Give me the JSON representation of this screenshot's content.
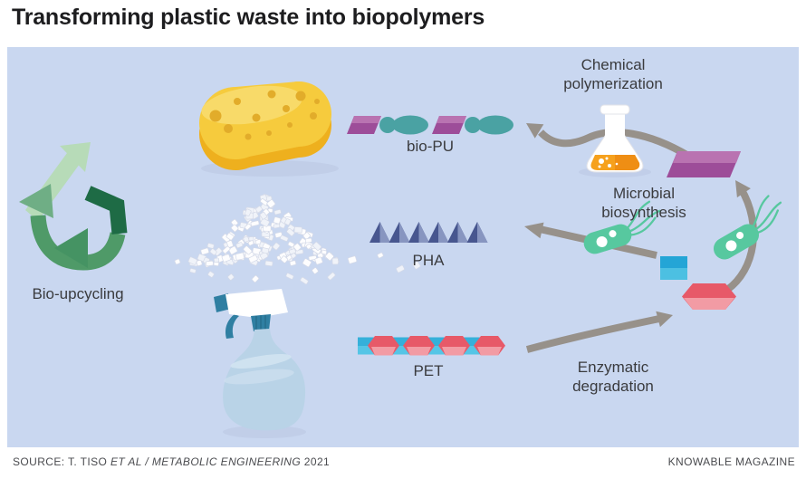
{
  "title": "Transforming plastic waste into biopolymers",
  "labels": {
    "bio_upcycling": "Bio-upcycling",
    "bio_pu": "bio-PU",
    "pha": "PHA",
    "pet": "PET",
    "chemical_line1": "Chemical",
    "chemical_line2": "polymerization",
    "microbial_line1": "Microbial",
    "microbial_line2": "biosynthesis",
    "enzymatic_line1": "Enzymatic",
    "enzymatic_line2": "degradation"
  },
  "source": {
    "prefix": "SOURCE: T. TISO ",
    "italic": "ET AL / METABOLIC ENGINEERING",
    "suffix": " 2021"
  },
  "credit": "KNOWABLE MAGAZINE",
  "icons": {
    "recycling": "recycling-arrows-icon",
    "sponge": "sponge-icon",
    "pellets": "plastic-pellets-icon",
    "spray_bottle": "spray-bottle-icon",
    "flask": "erlenmeyer-flask-icon",
    "bacterium": "bacterium-icon",
    "arrow": "process-arrow-icon"
  },
  "colors": {
    "panelBg": "#c9d7f0",
    "titleText": "#1d1d1f",
    "labelText": "#3a3b3e",
    "footerText": "#4a4b4f",
    "arrowGray": "#97918a",
    "greenLight": "#b7dbb8",
    "greenMid": "#6fae85",
    "greenBand": "#4f9a68",
    "greenArrowhead": "#459363",
    "greenDark": "#1e6b45",
    "spongeSide": "#eeb01e",
    "spongeTop": "#f6cb3d",
    "spongeHighlight": "#f8da69",
    "spongeHole": "#e2ac2a",
    "pelletWhite": "#fdfdfe",
    "pelletShade": "#f0f3f9",
    "pelletEdge": "#d5dae8",
    "bottleBody": "#b9d3e7",
    "bottleSheen": "#d2e3f1",
    "bottleTeal": "#2f7fa2",
    "bottleTealDark": "#266d8c",
    "white": "#ffffff",
    "flaskEdge": "#e2e3e8",
    "flaskOrange": "#f6a11d",
    "flaskOrangeDark": "#ef8e14",
    "bacteriaGreen": "#57c89f",
    "purpleMain": "#9d4d99",
    "purpleLight": "#b973b1",
    "tealPolymer": "#4aa2a3",
    "phaDark": "#47568f",
    "phaLight": "#8795c0",
    "petCyan": "#35b0da",
    "petCyanLight": "#55c5e6",
    "petRed": "#e75968",
    "petRedLight": "#f29ba4",
    "squareCyanTop": "#24a5d6",
    "squareCyanBottom": "#4cc0e2",
    "shadow": "#b9c6e2"
  }
}
